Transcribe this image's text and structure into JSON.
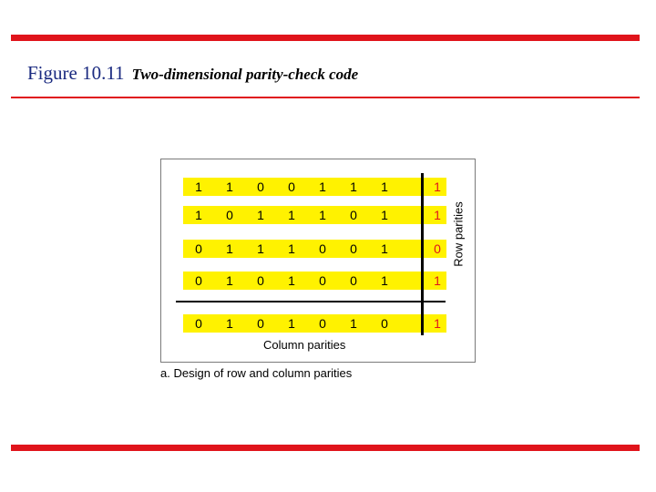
{
  "figure": {
    "number": "Figure 10.11",
    "caption": "Two-dimensional parity-check code",
    "sub_caption": "a. Design of row and column parities"
  },
  "diagram": {
    "row_parities_label": "Row parities",
    "column_parities_label": "Column parities",
    "data_rows": [
      [
        "1",
        "1",
        "0",
        "0",
        "1",
        "1",
        "1",
        "1"
      ],
      [
        "1",
        "0",
        "1",
        "1",
        "1",
        "0",
        "1",
        "1"
      ],
      [
        "0",
        "1",
        "1",
        "1",
        "0",
        "0",
        "1",
        "0"
      ],
      [
        "0",
        "1",
        "0",
        "1",
        "0",
        "0",
        "1",
        "1"
      ]
    ],
    "column_parity_row": [
      "0",
      "1",
      "0",
      "1",
      "0",
      "1",
      "0",
      "1"
    ]
  },
  "colors": {
    "accent_red": "#e0141b",
    "highlight_yellow": "#fff200",
    "title_blue": "#1a2a80"
  }
}
